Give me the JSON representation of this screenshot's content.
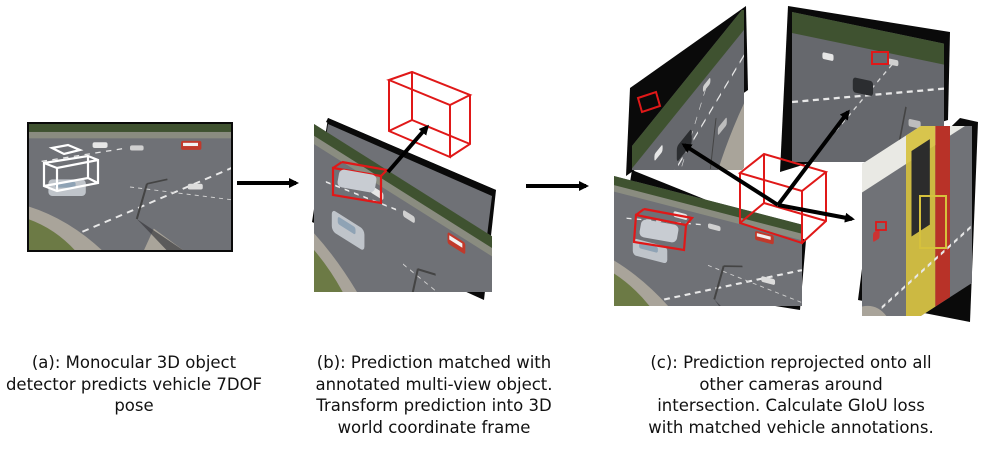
{
  "captions": {
    "a": {
      "line1": "(a): Monocular 3D object",
      "line2": "detector predicts vehicle 7DOF",
      "line3": "pose"
    },
    "b": {
      "line1": "(b): Prediction matched with",
      "line2": "annotated multi-view object.",
      "line3": "Transform prediction into 3D",
      "line4": "world coordinate frame"
    },
    "c": {
      "line1": "(c): Prediction reprojected onto all",
      "line2": "other cameras around",
      "line3": "intersection. Calculate GIoU loss",
      "line4": "with matched vehicle annotations."
    }
  },
  "colors": {
    "prediction_box": "#e01818",
    "ground_truth_box": "#ffffff",
    "arrow": "#000000",
    "panel_edge": "#0a0a0a",
    "road": "#6f7176",
    "road_dark": "#55575b",
    "kerb": "#a9a49a",
    "grass": "#6c7a45",
    "trees": "#3f5230",
    "shadow": "#3a3b3e"
  },
  "icons": {
    "flow_arrow": "right-arrow",
    "bounding_box": "3d-wireframe-box"
  }
}
